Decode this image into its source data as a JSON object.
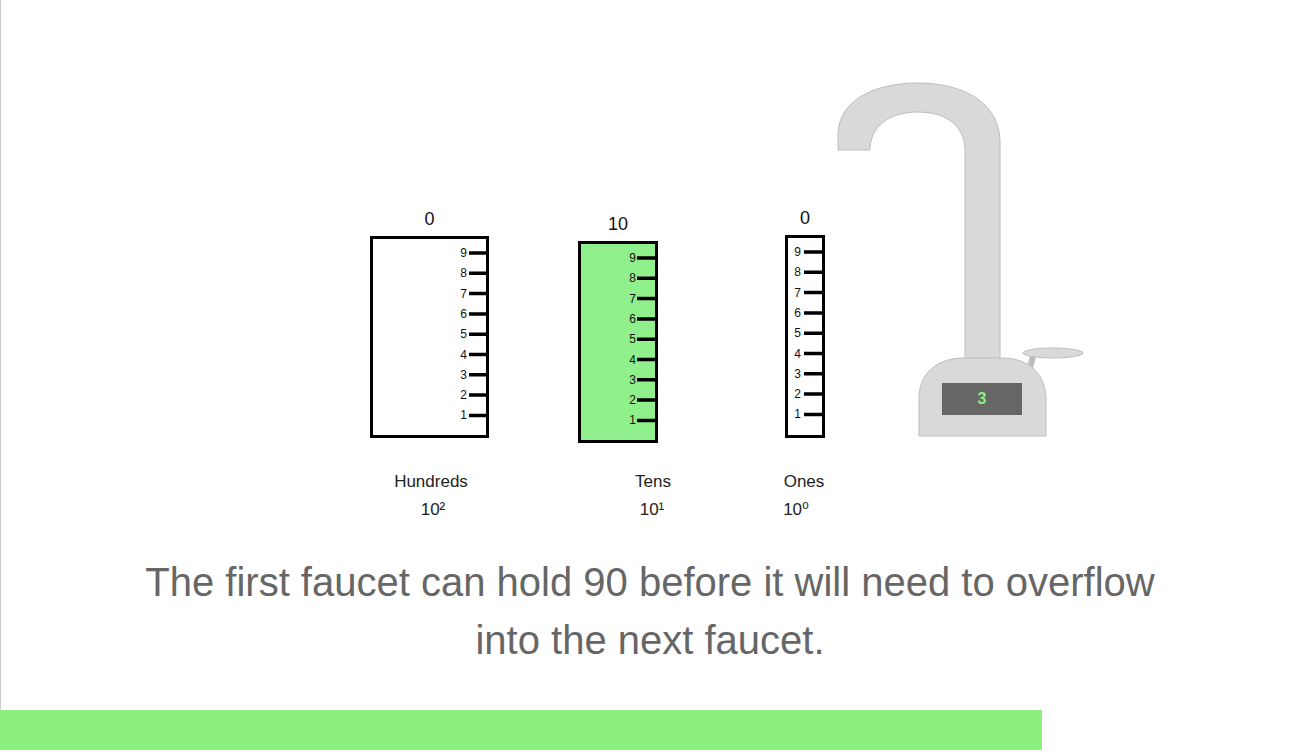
{
  "diagram": {
    "caption": "The first faucet can hold 90 before it will need to overflow into the next faucet.",
    "nodes": [
      {
        "text": [
          "0",
          "9",
          "8",
          "7",
          "6",
          "5",
          "4",
          "3",
          "2",
          "1"
        ]
      },
      {
        "text": [
          "10",
          "9",
          "8",
          "7",
          "6",
          "5",
          "4",
          "3",
          "2",
          "1"
        ]
      },
      {
        "text": [
          "0",
          "9",
          "8",
          "7",
          "6",
          "5",
          "4",
          "3",
          "2",
          "1"
        ]
      },
      {
        "text": [
          "3"
        ]
      }
    ],
    "labels": [
      "Hundreds",
      "10²",
      "Tens",
      "10¹",
      "Ones",
      "10⁰"
    ]
  }
}
